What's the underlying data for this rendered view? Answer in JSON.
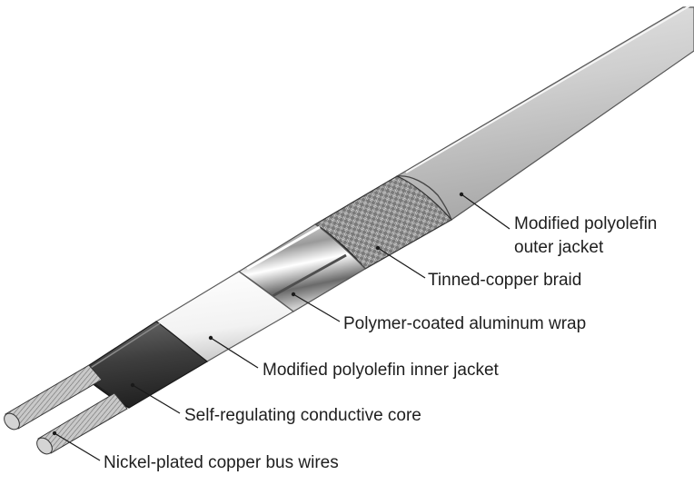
{
  "layers": [
    {
      "key": "outer_jacket",
      "label_lines": [
        "Modified polyolefin",
        "outer jacket"
      ]
    },
    {
      "key": "braid",
      "label_lines": [
        "Tinned-copper braid"
      ]
    },
    {
      "key": "aluminum_wrap",
      "label_lines": [
        "Polymer-coated aluminum wrap"
      ]
    },
    {
      "key": "inner_jacket",
      "label_lines": [
        "Modified polyolefin inner jacket"
      ]
    },
    {
      "key": "core",
      "label_lines": [
        "Self-regulating conductive core"
      ]
    },
    {
      "key": "bus_wires",
      "label_lines": [
        "Nickel-plated copper bus wires"
      ]
    }
  ],
  "colors": {
    "outer_jacket": "#c9c9c9",
    "braid": "#8a8a8a",
    "aluminum": "#e4e4e4",
    "inner_jacket": "#f7f7f7",
    "core": "#444444",
    "wire": "#b0b0b0",
    "leader": "#1a1a1a",
    "text": "#1e1e1e"
  }
}
